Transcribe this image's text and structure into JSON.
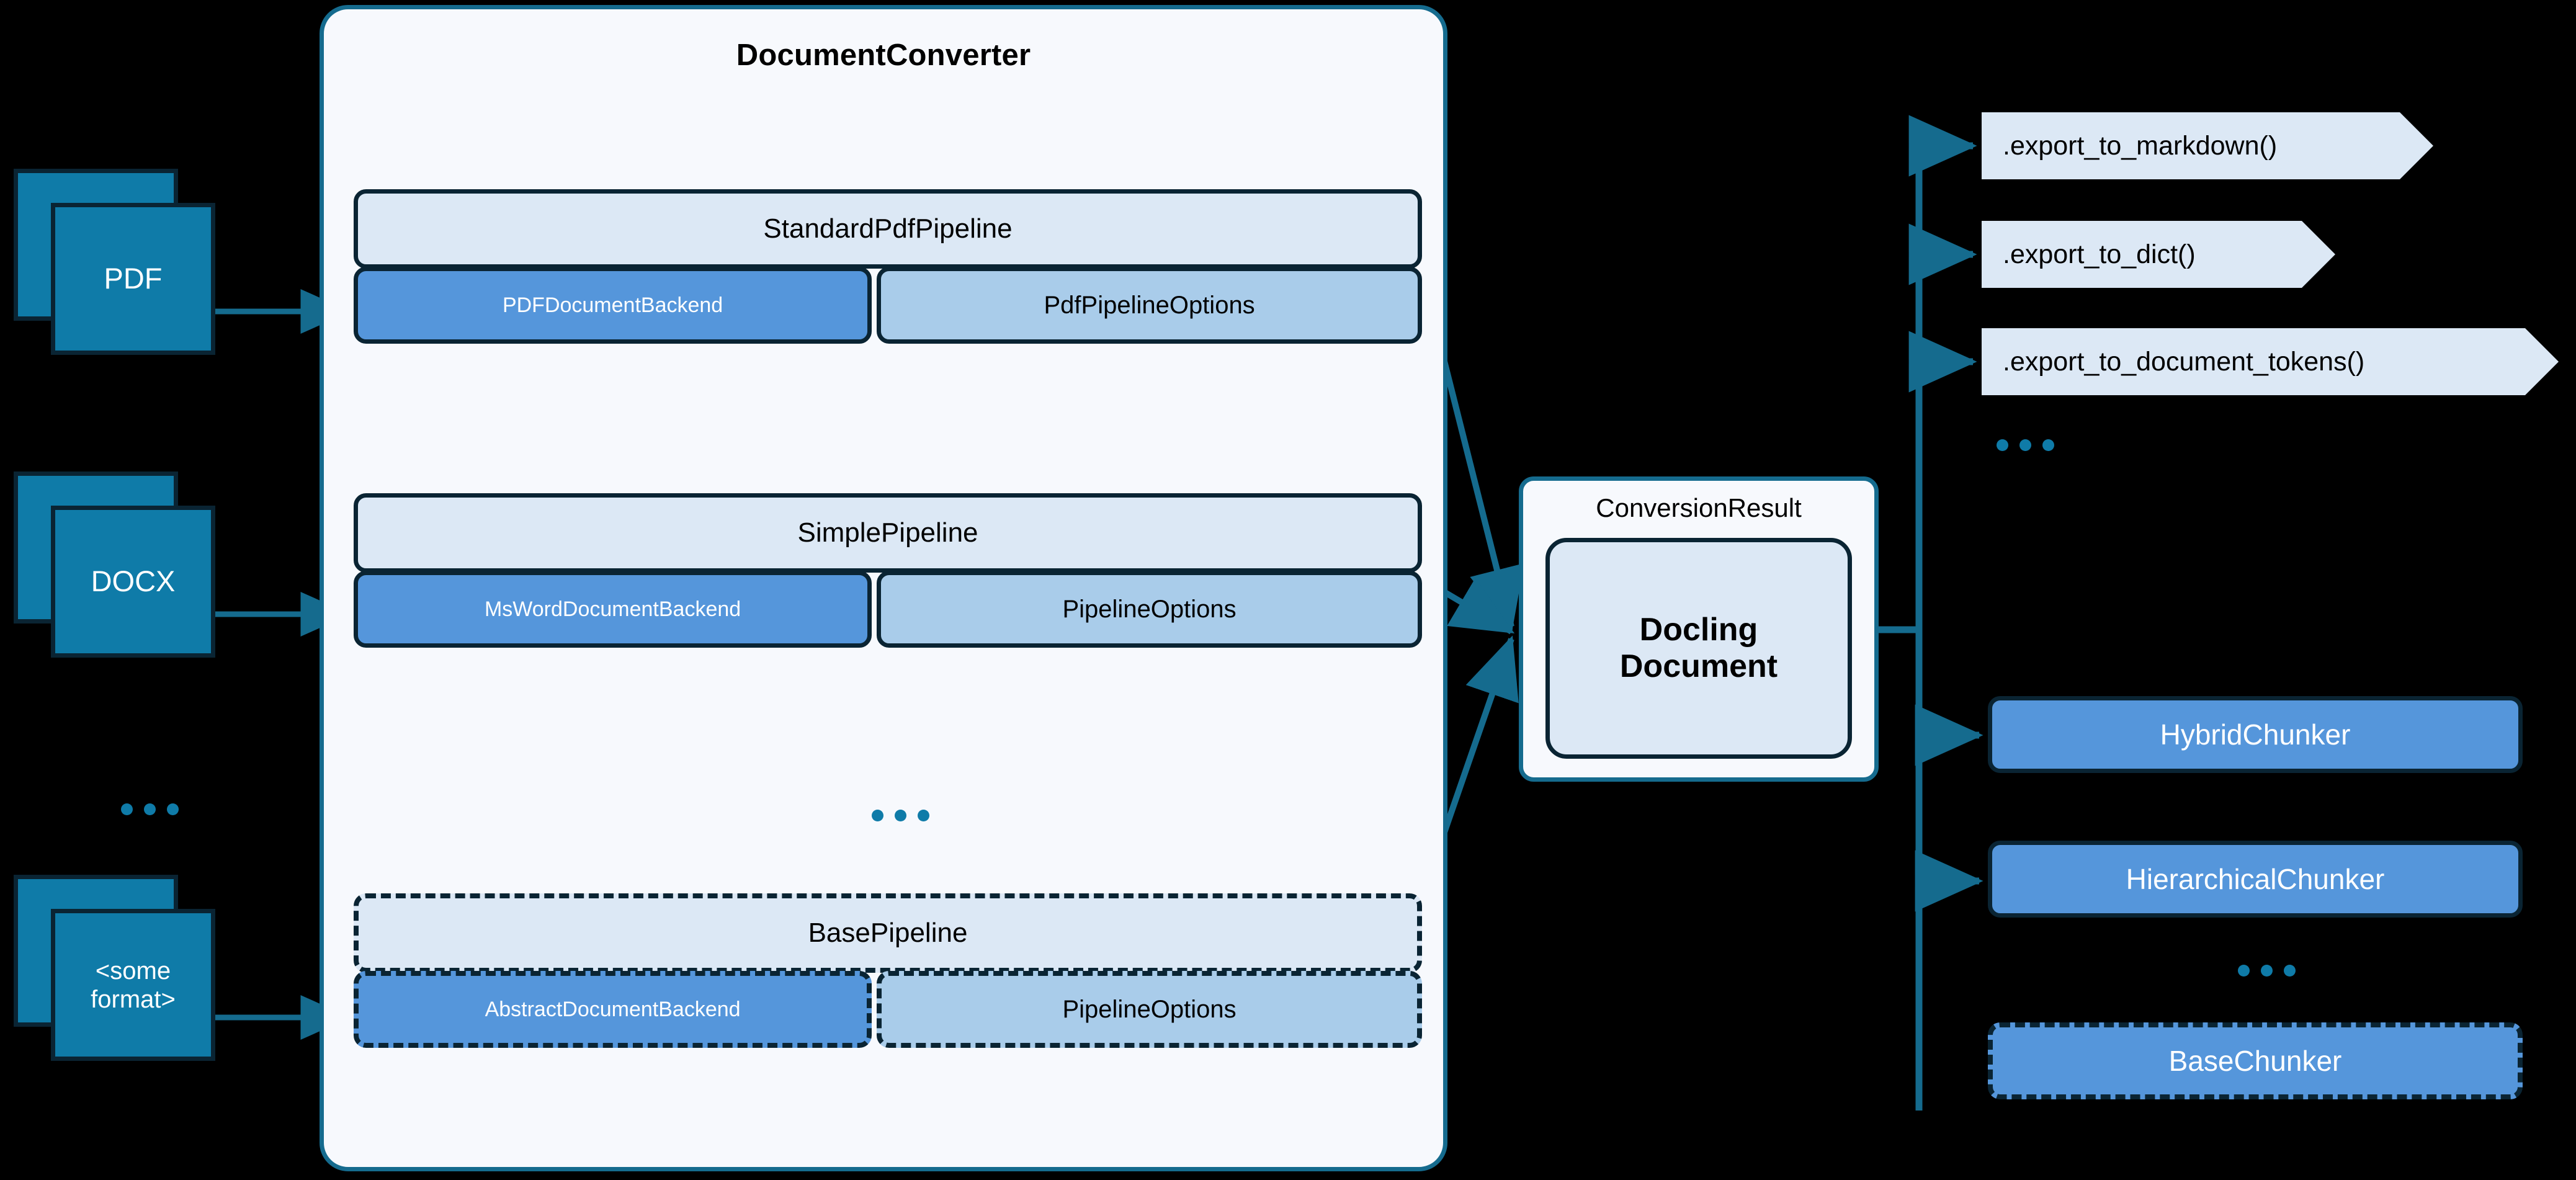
{
  "inputs": {
    "items": [
      {
        "label": "PDF",
        "name": "input-doc-pdf"
      },
      {
        "label": "DOCX",
        "name": "input-doc-docx"
      },
      {
        "label": "<some\nformat>",
        "name": "input-doc-some-format"
      }
    ],
    "ellipsis": "..."
  },
  "converter": {
    "title": "DocumentConverter",
    "ellipsis": "...",
    "pipelines": [
      {
        "name": "StandardPdfPipeline",
        "backend": "PDFDocumentBackend",
        "options": "PdfPipelineOptions",
        "abstract": false
      },
      {
        "name": "SimplePipeline",
        "backend": "MsWordDocumentBackend",
        "options": "PipelineOptions",
        "abstract": false
      },
      {
        "name": "BasePipeline",
        "backend": "AbstractDocumentBackend",
        "options": "PipelineOptions",
        "abstract": true
      }
    ]
  },
  "result": {
    "label": "ConversionResult",
    "document": "Docling\nDocument"
  },
  "exports": {
    "items": [
      {
        "label": ".export_to_markdown()"
      },
      {
        "label": ".export_to_dict()"
      },
      {
        "label": ".export_to_document_tokens()"
      }
    ],
    "ellipsis": "..."
  },
  "chunkers": {
    "items": [
      {
        "label": "HybridChunker",
        "abstract": false
      },
      {
        "label": "HierarchicalChunker",
        "abstract": false
      },
      {
        "label": "BaseChunker",
        "abstract": true
      }
    ],
    "ellipsis": "..."
  },
  "colors": {
    "background": "#000000",
    "panel_fill": "#F7F9FD",
    "panel_border": "#156B8E",
    "pipeline_head_fill": "#DCE8F5",
    "backend_fill": "#5596DB",
    "options_fill": "#A9CCEA",
    "box_border": "#0A2433",
    "doc_fill": "#0F7BA8",
    "arrow": "#156B8E",
    "dots": "#0F7BA8"
  }
}
